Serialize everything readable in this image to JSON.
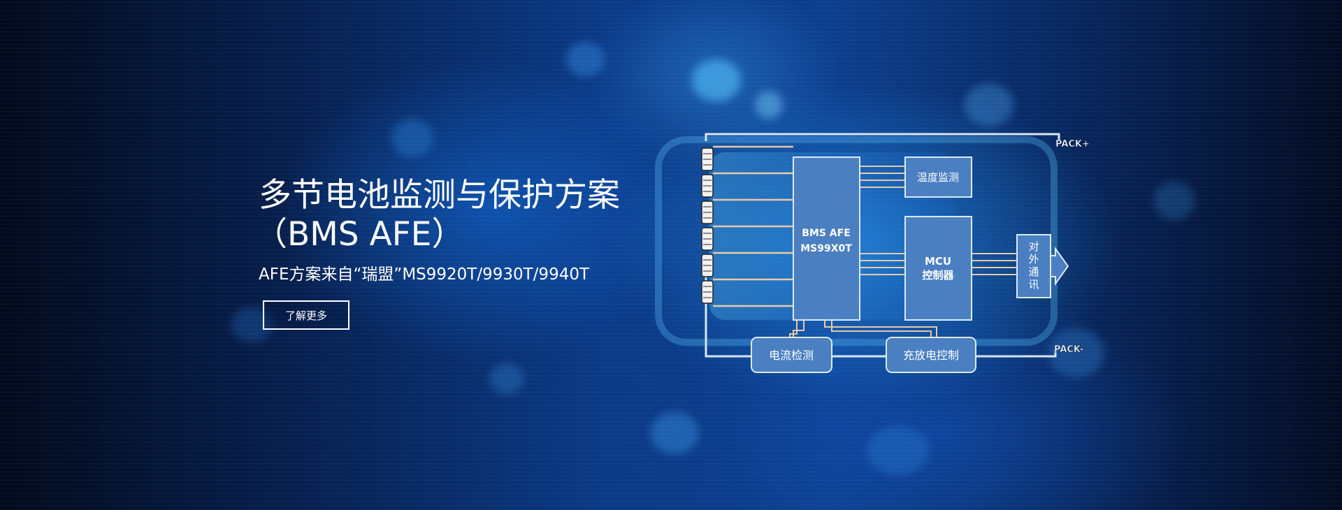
{
  "hero": {
    "title_line1": "多节电池监测与保护方案",
    "title_line2": "（BMS AFE）",
    "subtitle": "AFE方案来自“瑞盟”MS9920T/9930T/9940T",
    "cta_label": "了解更多"
  },
  "diagram": {
    "pack_plus": "PACK+",
    "pack_minus": "PACK-",
    "afe_line1": "BMS AFE",
    "afe_line2": "MS99X0T",
    "temp_monitor": "温度监测",
    "mcu_line1": "MCU",
    "mcu_line2": "控制器",
    "comm_chars": [
      "对",
      "外",
      "通",
      "讯"
    ],
    "current_detect": "电流检测",
    "charge_control": "充放电控制"
  },
  "colors": {
    "block_fill": "#4a7fc1",
    "block_stroke": "#dce9f8",
    "wire": "#e8c9a8",
    "pack_line": "#d7e6f5"
  },
  "icons": [
    "battery-cell-icon",
    "arrow-right-icon"
  ]
}
